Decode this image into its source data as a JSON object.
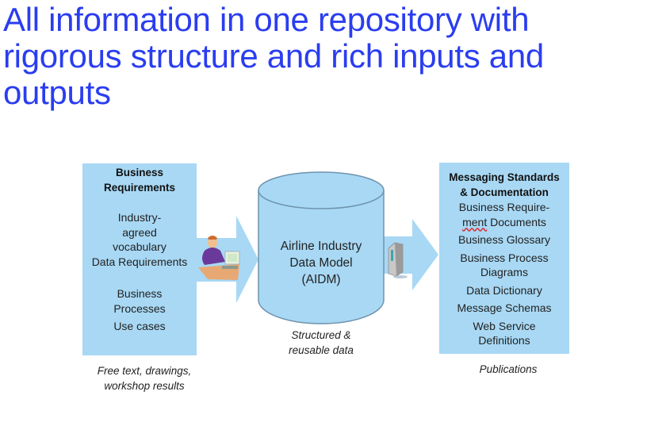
{
  "title": {
    "lines": [
      "All information in one repository with",
      "rigorous structure and rich inputs and",
      "outputs"
    ]
  },
  "colors": {
    "title": "#2a3df0",
    "box_fill": "#a8d8f4",
    "cylinder_stroke": "#6f93ad"
  },
  "inputs_box": {
    "heading_lines": [
      "Business",
      "Requirements"
    ],
    "items_group1": [
      "Industry-",
      "agreed",
      "vocabulary",
      "Data Requirements"
    ],
    "items_group2": [
      "Business",
      "Processes"
    ],
    "items_group3": [
      "Use cases"
    ],
    "caption_lines": [
      "Free text, drawings,",
      "workshop results"
    ],
    "icon": "person-at-computer-icon"
  },
  "repository": {
    "label_lines": [
      "Airline Industry",
      "Data Model",
      "(AIDM)"
    ],
    "caption_lines": [
      "Structured &",
      "reusable data"
    ],
    "icon": "database-cylinder-icon"
  },
  "outputs_box": {
    "heading_lines": [
      "Messaging Standards",
      "& Documentation"
    ],
    "item_req_line1": "Business Require-",
    "item_req_line2_misspelled": "ment",
    "item_req_line2_rest": " Documents",
    "items": [
      "Business Glossary",
      "Business Process",
      "Diagrams",
      "Data Dictionary",
      "Message Schemas",
      "Web Service",
      "Definitions"
    ],
    "caption": "Publications",
    "server_icon": "server-icon"
  }
}
